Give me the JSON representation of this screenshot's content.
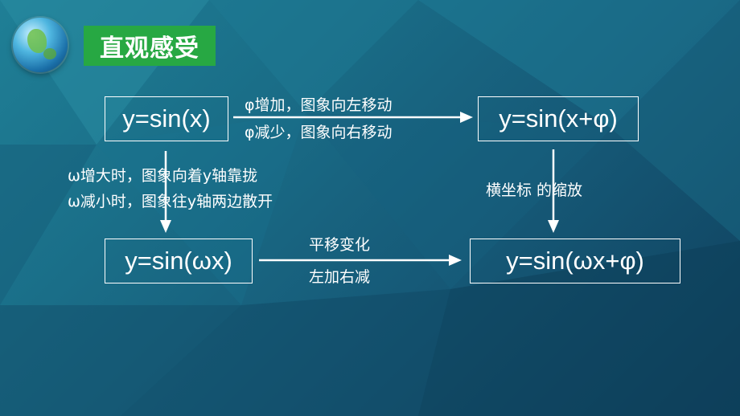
{
  "title": "直观感受",
  "formulas": {
    "box1": "y=sin(x)",
    "box2": "y=sin(x+φ)",
    "box3": "y=sin(ωx)",
    "box4": "y=sin(ωx+φ)"
  },
  "arrows": {
    "top": {
      "label_above": "φ增加，图象向左移动",
      "label_below": "φ减少，图象向右移动"
    },
    "left": {
      "line1": "ω增大时，图象向着y轴靠拢",
      "line2": "ω减小时，图象往y轴两边散开"
    },
    "right": {
      "label": "横坐标 的缩放"
    },
    "bottom": {
      "label_above": "平移变化",
      "label_below": "左加右减"
    }
  },
  "icons": {
    "logo": "globe-icon"
  },
  "colors": {
    "title_bg": "#27a843",
    "text": "#ffffff",
    "background": "#1a6e88"
  }
}
